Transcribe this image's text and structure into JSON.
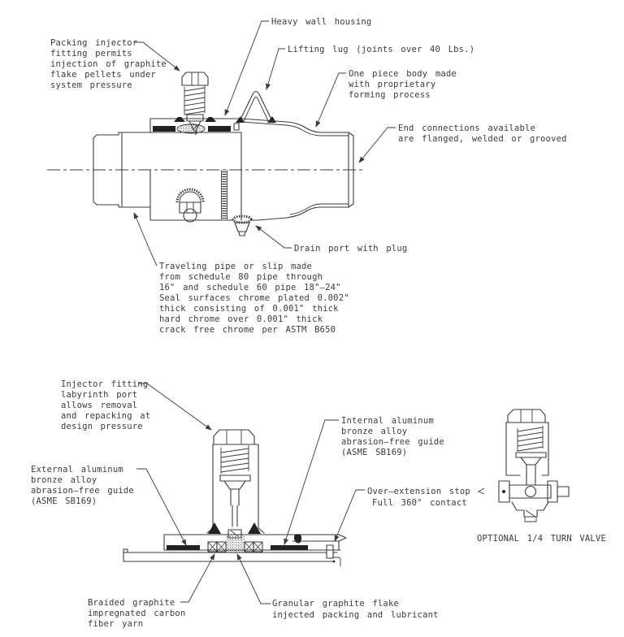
{
  "diagram": {
    "top_figure": {
      "labels": {
        "heavy_wall_housing": [
          "Heavy wall housing"
        ],
        "packing_injector": [
          "Packing injector",
          "fitting permits",
          "injection of graphite",
          "flake pellets under",
          "system pressure"
        ],
        "lifting_lug": [
          "Lifting lug (joints over 40 Lbs.)"
        ],
        "one_piece_body": [
          "One piece body made",
          "with proprietary",
          "forming process"
        ],
        "end_connections": [
          "End connections available",
          "are flanged, welded or grooved"
        ],
        "drain_port": [
          "Drain port with plug"
        ],
        "traveling_pipe": [
          "Traveling pipe or slip made",
          "from schedule 80 pipe through",
          "16\" and schedule 60 pipe 18\"–24\"",
          "Seal surfaces chrome plated 0.002\"",
          "thick consisting of 0.001\" thick",
          "hard chrome over 0.001\" thick",
          "crack free chrome per ASTM B650"
        ]
      }
    },
    "bottom_figure": {
      "labels": {
        "injector_fitting": [
          "Injector fitting",
          "labyrinth port",
          "allows removal",
          "and repacking at",
          "design pressure"
        ],
        "external_guide": [
          "External aluminum",
          "bronze alloy",
          "abrasion–free guide",
          "(ASME SB169)"
        ],
        "internal_guide": [
          "Internal aluminum",
          "bronze alloy",
          "abrasion–free guide",
          "(ASME SB169)"
        ],
        "over_extension_stop": [
          "Over–extension stop",
          "Full 360° contact"
        ],
        "braided_graphite": [
          "Braided graphite",
          "impregnated carbon",
          "fiber yarn"
        ],
        "granular_graphite": [
          "Granular graphite flake",
          "injected packing and lubricant"
        ],
        "optional_valve": [
          "OPTIONAL 1/4 TURN VALVE"
        ]
      }
    },
    "colors": {
      "line": "#3b3b40",
      "text": "#3b3b40",
      "solid_fill": "#222226",
      "background": "#ffffff"
    }
  }
}
